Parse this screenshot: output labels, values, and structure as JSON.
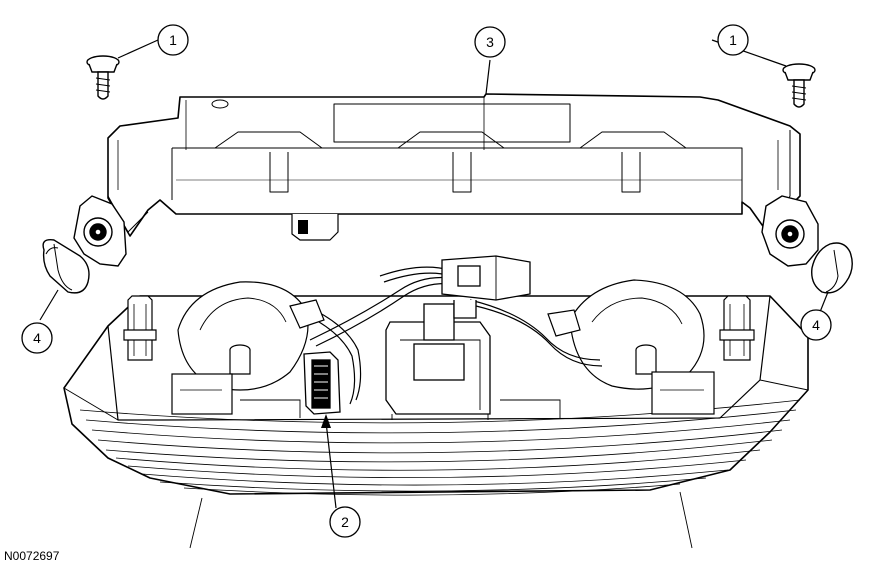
{
  "diagram": {
    "reference_number": "N0072697",
    "callouts": [
      {
        "id": "callout-1-left",
        "label": "1"
      },
      {
        "id": "callout-1-right",
        "label": "1"
      },
      {
        "id": "callout-2",
        "label": "2"
      },
      {
        "id": "callout-3",
        "label": "3"
      },
      {
        "id": "callout-4-left",
        "label": "4"
      },
      {
        "id": "callout-4-right",
        "label": "4"
      }
    ]
  }
}
